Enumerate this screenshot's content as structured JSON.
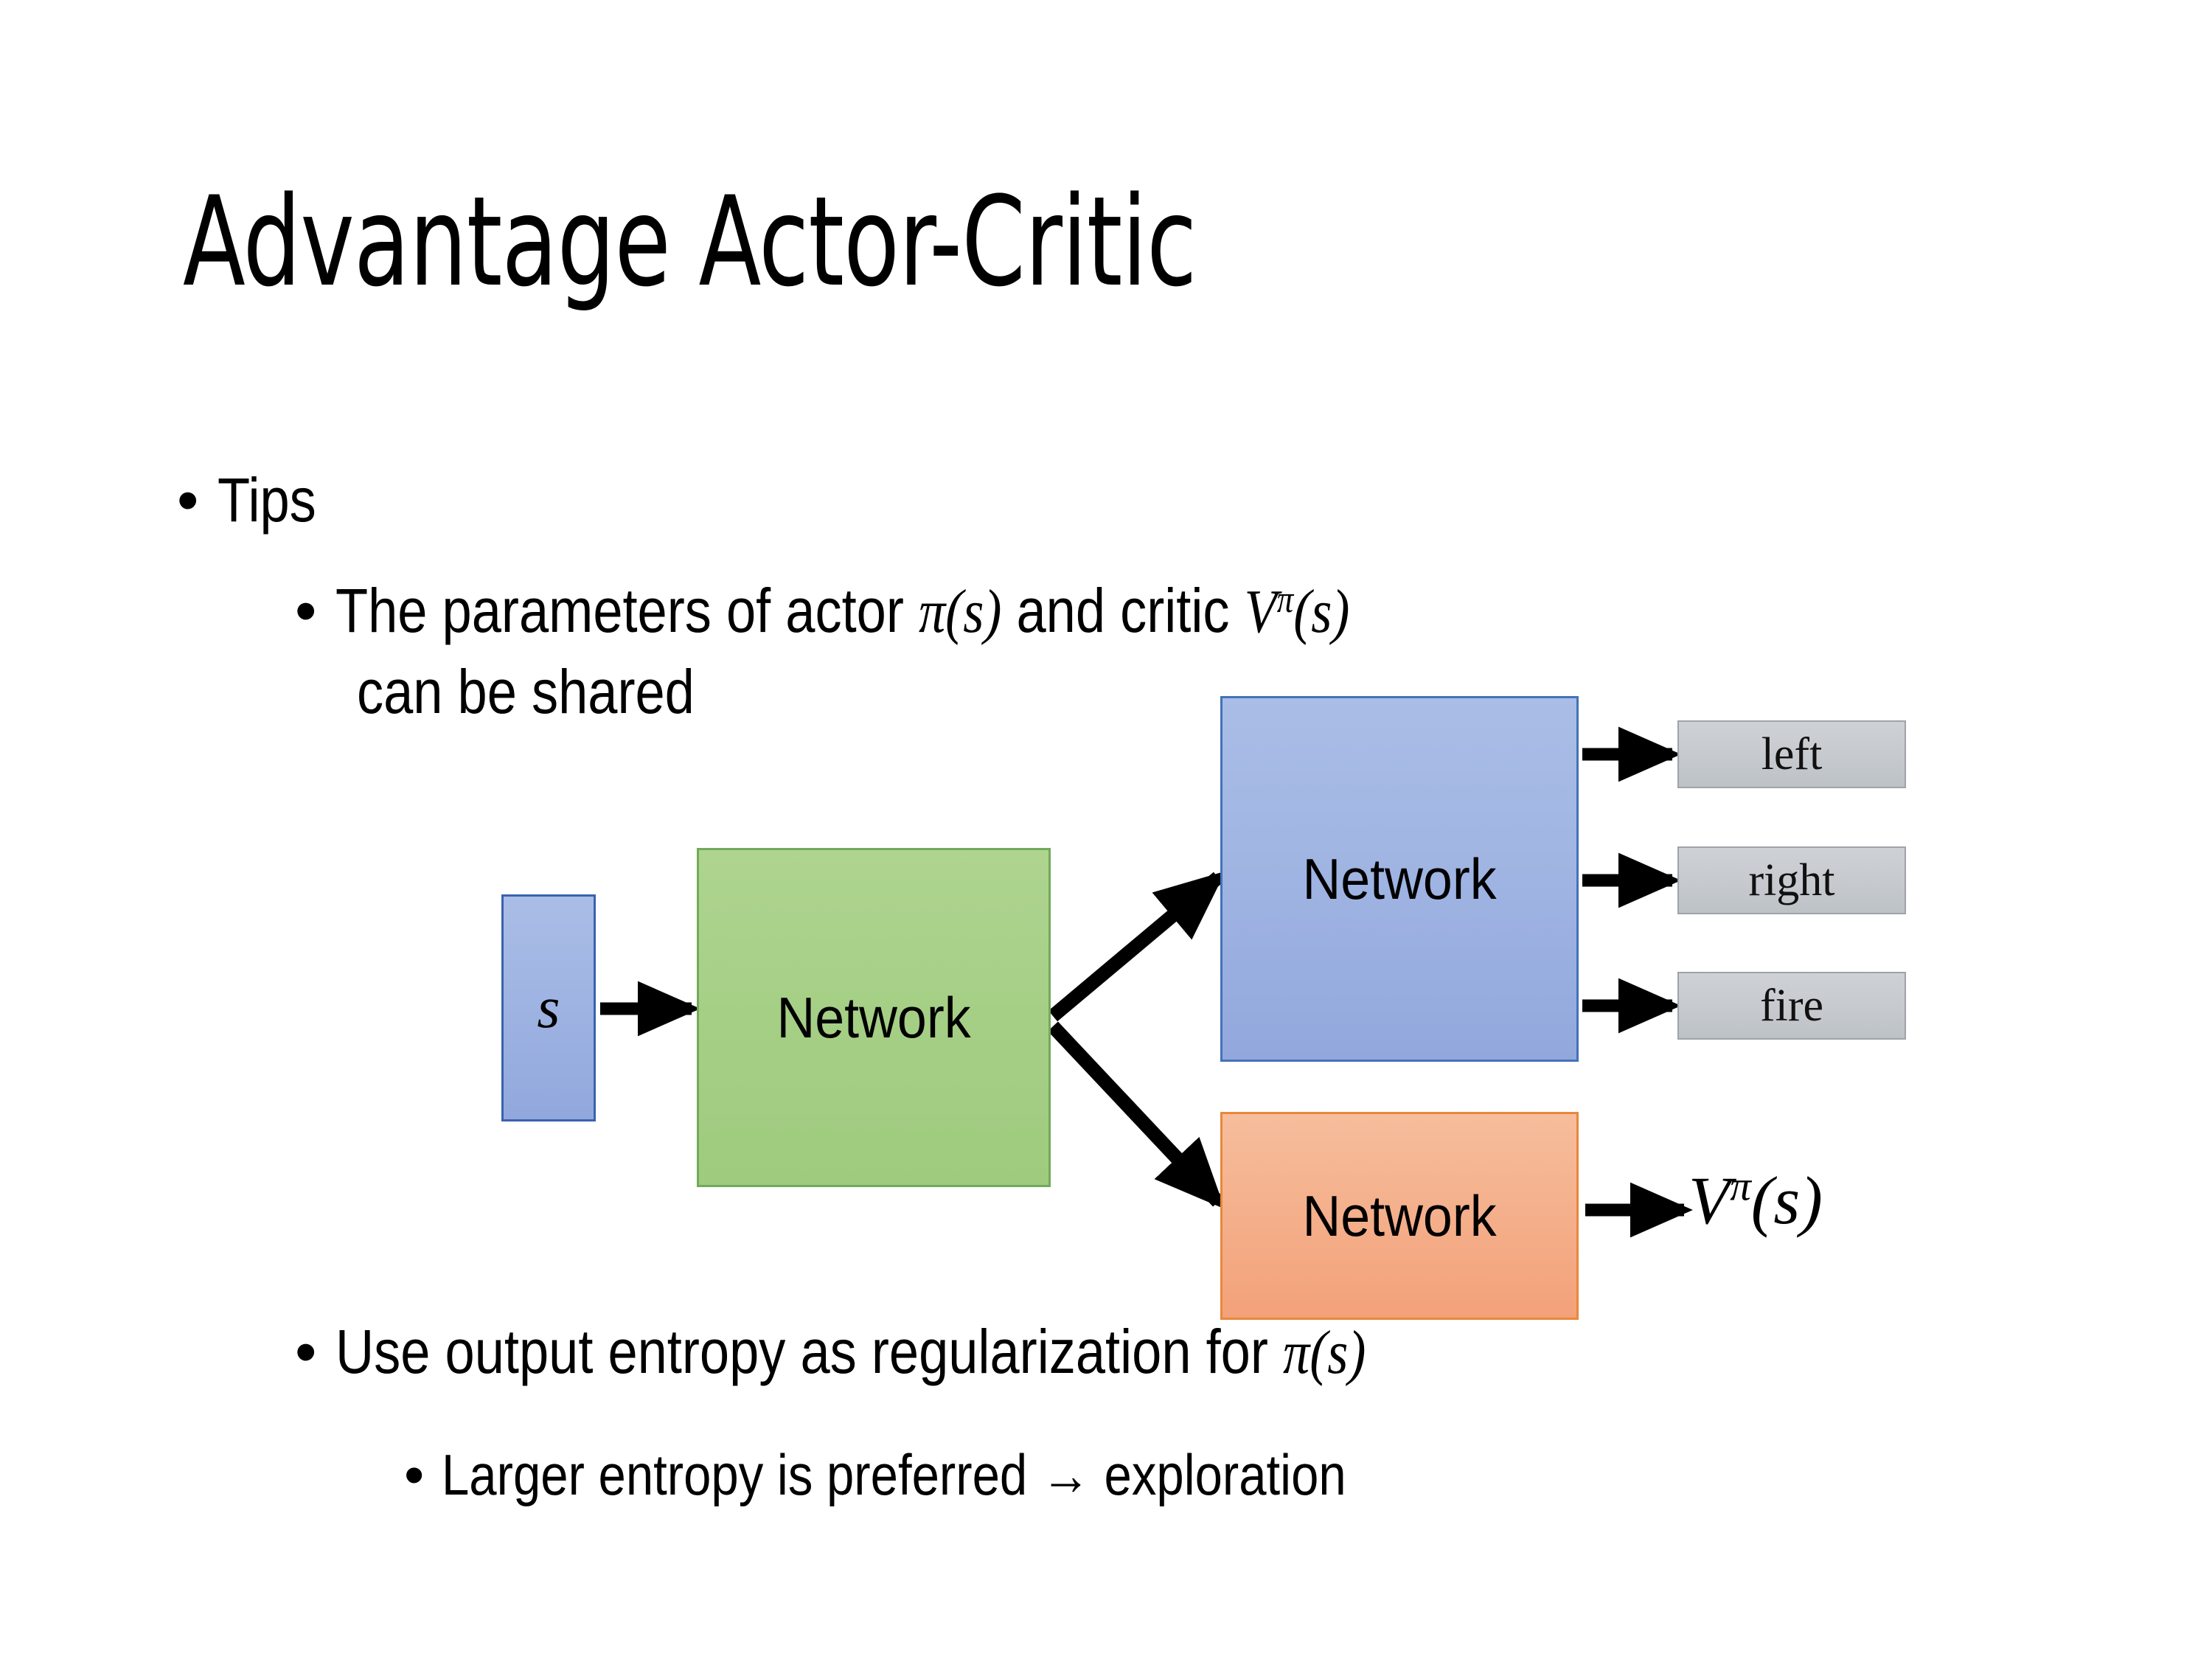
{
  "slide": {
    "title": "Advantage Actor-Critic",
    "background": "#ffffff"
  },
  "bullets": {
    "marker": "•",
    "tips": "Tips",
    "params_line1_pre": "The parameters of actor ",
    "params_line1_math1_base": "π",
    "params_line1_math1_args": "(s)",
    "params_line1_mid": "  and critic ",
    "params_line1_math2_base": "V",
    "params_line1_math2_sup": "π",
    "params_line1_math2_args": "(s)",
    "params_line2": "can be shared",
    "entropy_pre": "Use output entropy as regularization for ",
    "entropy_math_base": "π",
    "entropy_math_args": "(s)",
    "larger": "Larger entropy is preferred → exploration"
  },
  "diagram": {
    "input_label": "s",
    "shared_network_label": "Network",
    "actor_network_label": "Network",
    "critic_network_label": "Network",
    "actions": [
      {
        "name": "left",
        "label": "left"
      },
      {
        "name": "right",
        "label": "right"
      },
      {
        "name": "fire",
        "label": "fire"
      }
    ],
    "critic_output_base": "V",
    "critic_output_sup": "π",
    "critic_output_args": "(s)",
    "colors": {
      "input_fill": "#9fb4e2",
      "input_border": "#3a62ad",
      "shared_fill": "#a6cf86",
      "shared_border": "#73a95a",
      "actor_fill": "#9fb4e2",
      "actor_border": "#4472b8",
      "critic_fill": "#f4ae89",
      "critic_border": "#e8883c",
      "action_fill": "#c6cacf",
      "action_border": "#9fa3a8",
      "arrow": "#000000"
    }
  }
}
